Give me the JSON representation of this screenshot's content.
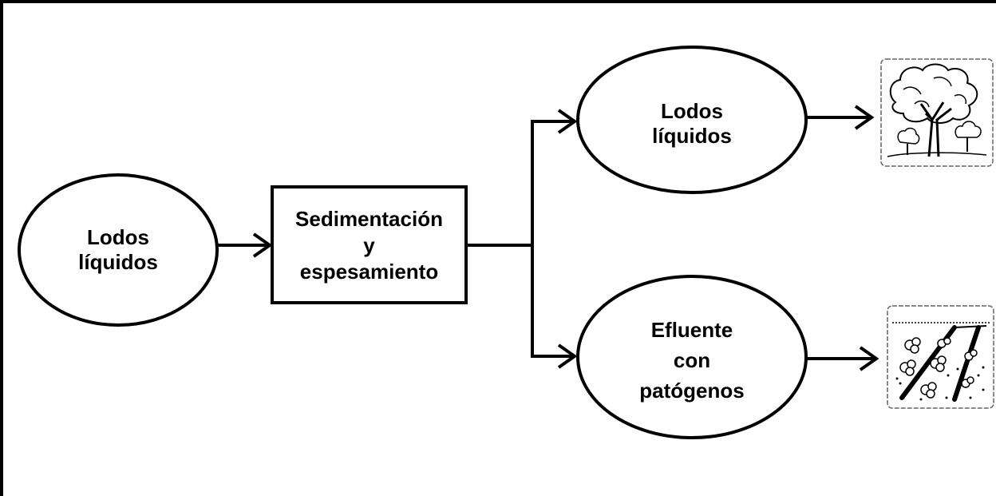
{
  "diagram": {
    "input_node": {
      "line1": "Lodos",
      "line2": "líquidos"
    },
    "process_node": {
      "line1": "Sedimentación",
      "line2": "y",
      "line3": "espesamiento"
    },
    "output_top": {
      "line1": "Lodos",
      "line2": "líquidos"
    },
    "output_bottom": {
      "line1": "Efluente",
      "line2": "con",
      "line3": "patógenos"
    },
    "icons": {
      "top": "tree-icon",
      "bottom": "irrigated-field-icon"
    },
    "colors": {
      "stroke": "#000000",
      "background": "#ffffff"
    }
  }
}
